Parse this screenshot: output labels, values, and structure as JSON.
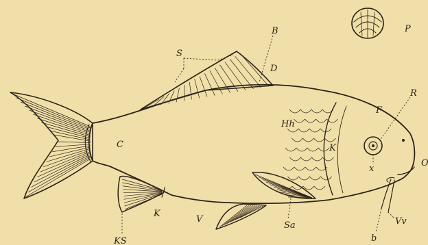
{
  "figure": {
    "background_color": "#f1dfa9",
    "ink_color": "#2b2418",
    "labels": {
      "S": "S",
      "B": "B",
      "D": "D",
      "P": "P",
      "R": "R",
      "F": "F",
      "Hh": "Hh",
      "K_head": "K",
      "x": "x",
      "O": "O",
      "C": "C",
      "K_belly": "K",
      "KS": "KS",
      "V": "V",
      "Sa": "Sa",
      "b": "b",
      "Vv": "Vv"
    }
  }
}
